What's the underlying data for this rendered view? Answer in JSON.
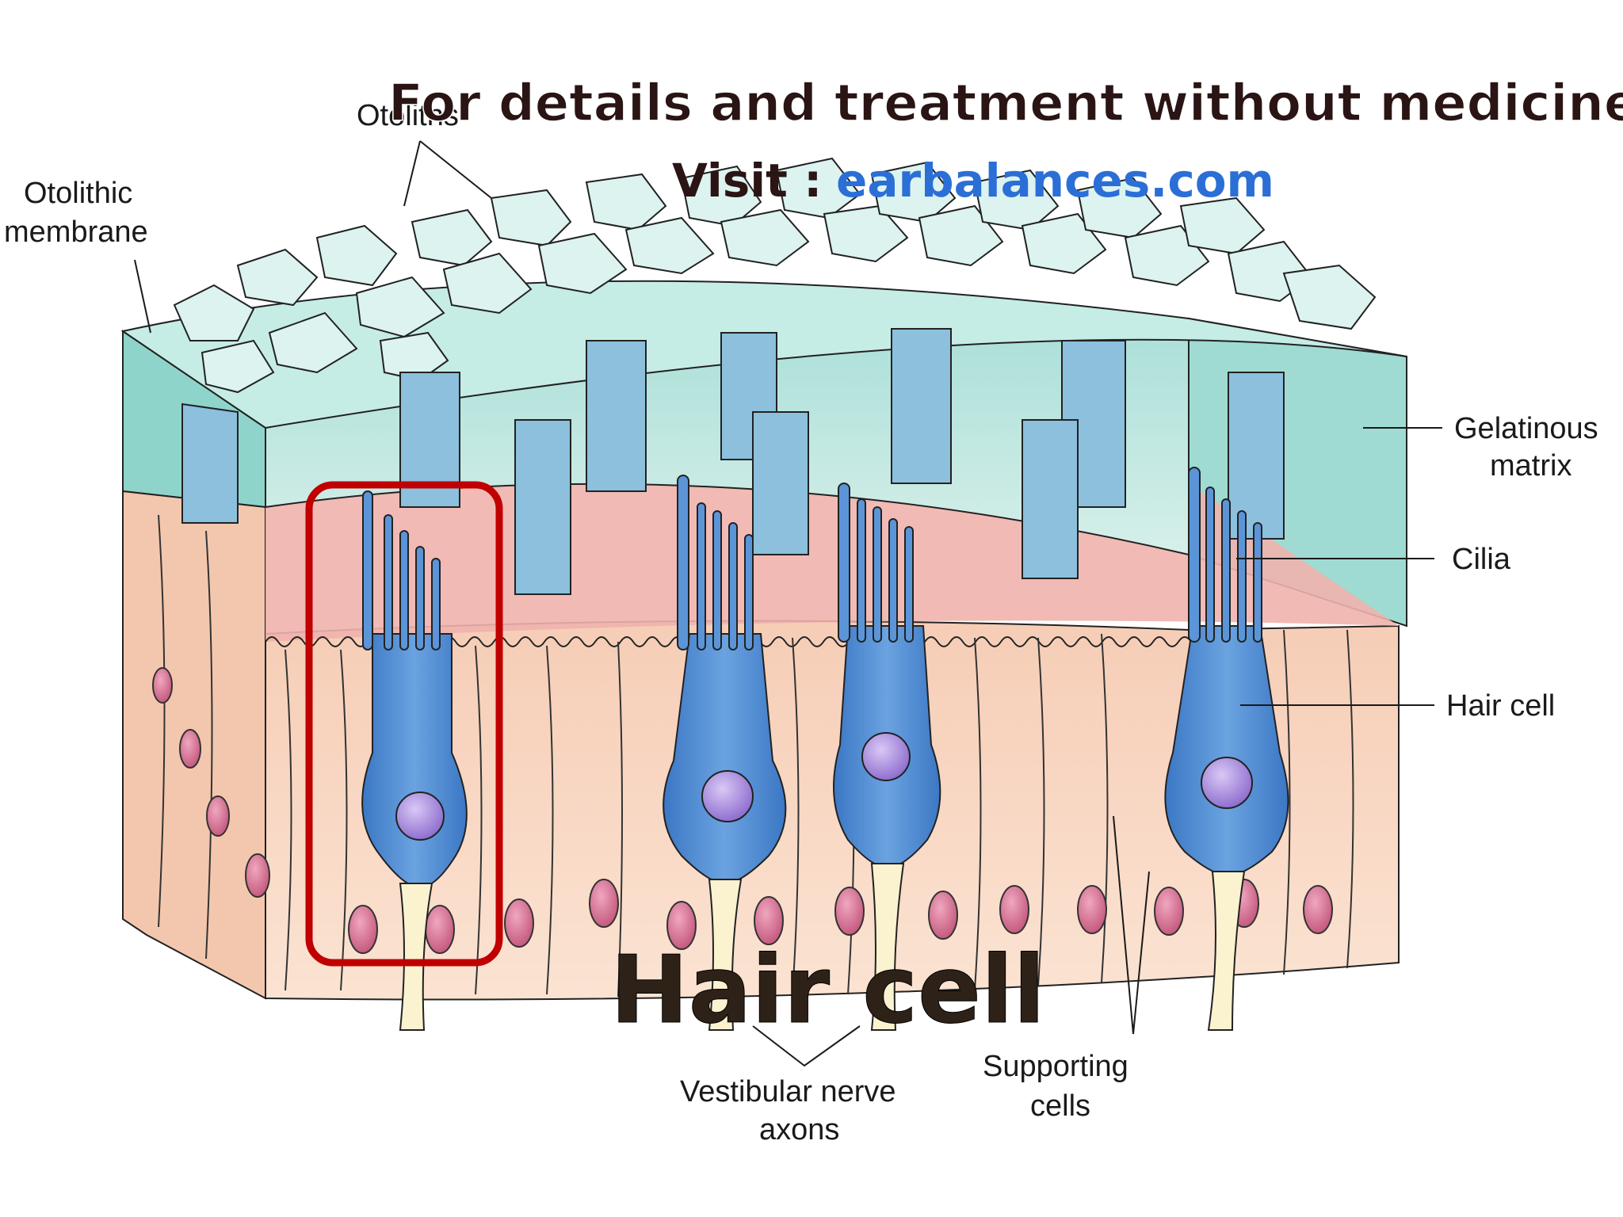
{
  "banner": {
    "line1": "For details and treatment without medicines",
    "line2_prefix": "Visit :",
    "line2_link": "earbalances.com",
    "colors": {
      "text": "#2a1414",
      "link": "#2b6fd6"
    }
  },
  "labels": {
    "otoliths": "Otoliths",
    "otolithic_membrane_1": "Otolithic",
    "otolithic_membrane_2": "membrane",
    "gelatinous_matrix_1": "Gelatinous",
    "gelatinous_matrix_2": "matrix",
    "cilia": "Cilia",
    "hair_cell": "Hair cell",
    "vestibular_1": "Vestibular nerve",
    "vestibular_2": "axons",
    "supporting_1": "Supporting",
    "supporting_2": "cells"
  },
  "caption": "Hair cell",
  "colors": {
    "gel": "#b7e3de",
    "gel_side": "#7fcfc5",
    "crystal": "#dcf3f0",
    "supporting": "#f7d6c2",
    "pink_zone": "#efb0ab",
    "hair_cell": "#4a86cf",
    "nucleus": "#9b7fd6",
    "support_nucleus": "#cf6688",
    "axon": "#fbf3cf",
    "highlight_box": "#c00000"
  }
}
